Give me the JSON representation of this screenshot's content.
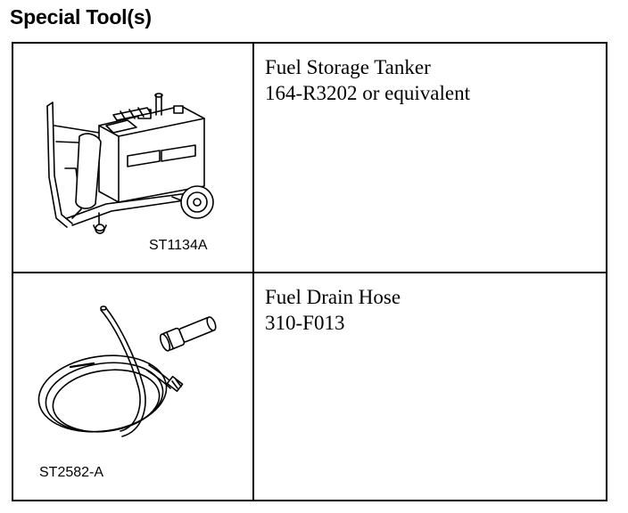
{
  "heading": "Special Tool(s)",
  "tools": [
    {
      "illustration": "fuel-storage-tanker-icon",
      "illustration_code": "ST1134A",
      "name": "Fuel Storage Tanker",
      "part_number": "164-R3202 or equivalent"
    },
    {
      "illustration": "fuel-drain-hose-icon",
      "illustration_code": "ST2582-A",
      "name": "Fuel Drain Hose",
      "part_number": "310-F013"
    }
  ]
}
